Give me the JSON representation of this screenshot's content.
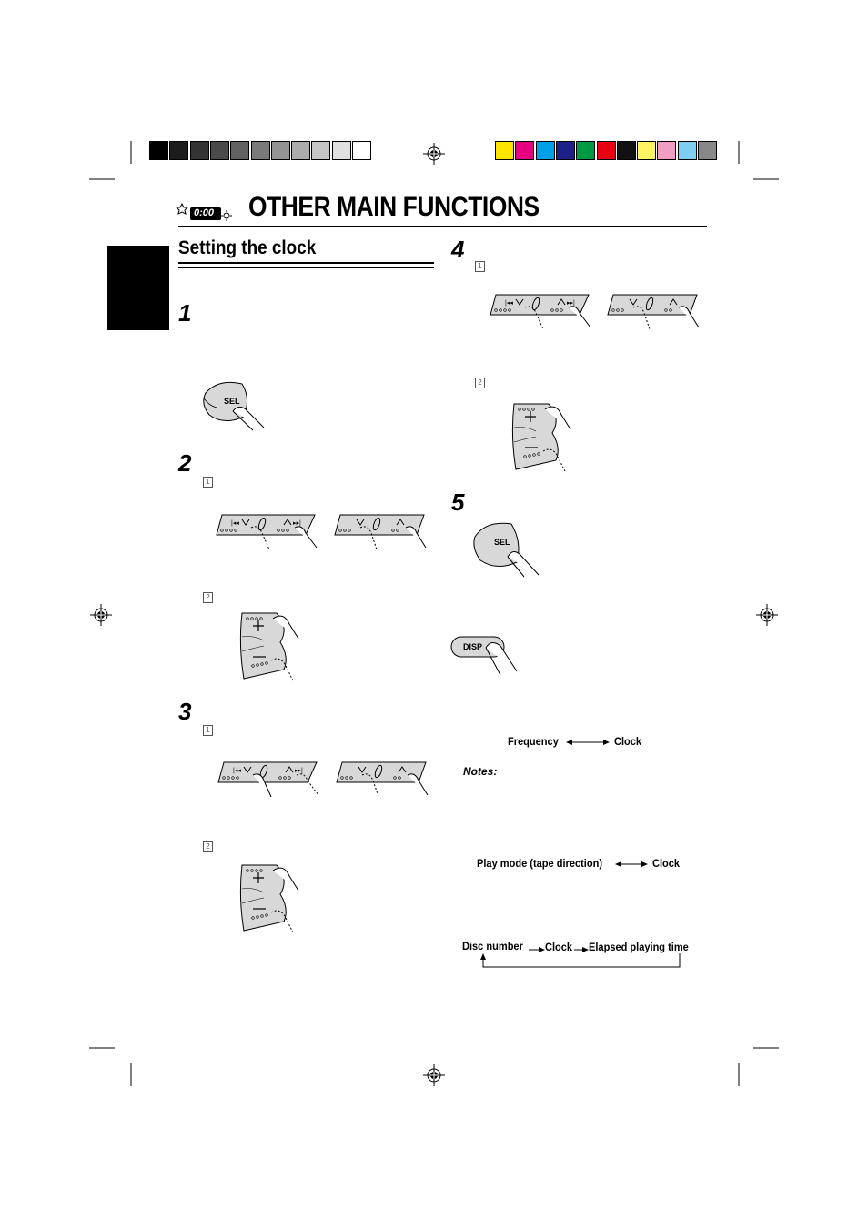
{
  "colors": {
    "gray_scale": [
      "#000000",
      "#1c1c1c",
      "#333333",
      "#4a4a4a",
      "#626262",
      "#7a7a7a",
      "#939393",
      "#acacac",
      "#c6c6c6",
      "#e0e0e0",
      "#ffffff"
    ],
    "color_bar": [
      "#ffe500",
      "#e4007f",
      "#00a0e9",
      "#1d2088",
      "#009944",
      "#e60012",
      "#111111",
      "#fff462",
      "#f19ec2",
      "#7ecef4",
      "#888888"
    ]
  },
  "header": {
    "icon": "clock-display-icon",
    "clock_glyph": "0:00",
    "title": "OTHER MAIN FUNCTIONS"
  },
  "section": {
    "title": "Setting the clock"
  },
  "steps": [
    {
      "num": "1",
      "subs": []
    },
    {
      "num": "2",
      "subs": [
        "1",
        "2"
      ]
    },
    {
      "num": "3",
      "subs": [
        "1",
        "2"
      ]
    },
    {
      "num": "4",
      "subs": [
        "1",
        "2"
      ]
    },
    {
      "num": "5",
      "subs": []
    }
  ],
  "buttons": {
    "sel": "SEL",
    "disp": "DISP"
  },
  "flows": {
    "fm": {
      "a": "Frequency",
      "b": "Clock"
    },
    "notes_label": "Notes:",
    "tape": {
      "a": "Play mode (tape direction)",
      "b": "Clock"
    },
    "cd": {
      "a": "Disc number",
      "b": "Clock",
      "c": "Elapsed playing time"
    }
  }
}
